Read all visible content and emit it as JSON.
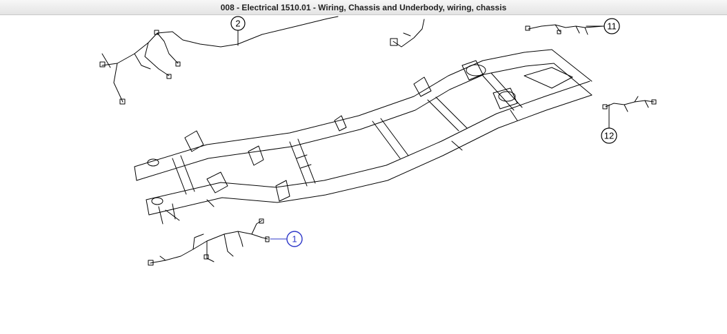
{
  "title": "008 - Electrical 1510.01 - Wiring, Chassis and Underbody, wiring, chassis",
  "callouts": [
    {
      "id": "1",
      "label": "1",
      "color": "#2b35c8",
      "selected": true
    },
    {
      "id": "2",
      "label": "2",
      "color": "#000000",
      "selected": false
    },
    {
      "id": "11",
      "label": "11",
      "color": "#000000",
      "selected": false
    },
    {
      "id": "12",
      "label": "12",
      "color": "#000000",
      "selected": false
    }
  ]
}
